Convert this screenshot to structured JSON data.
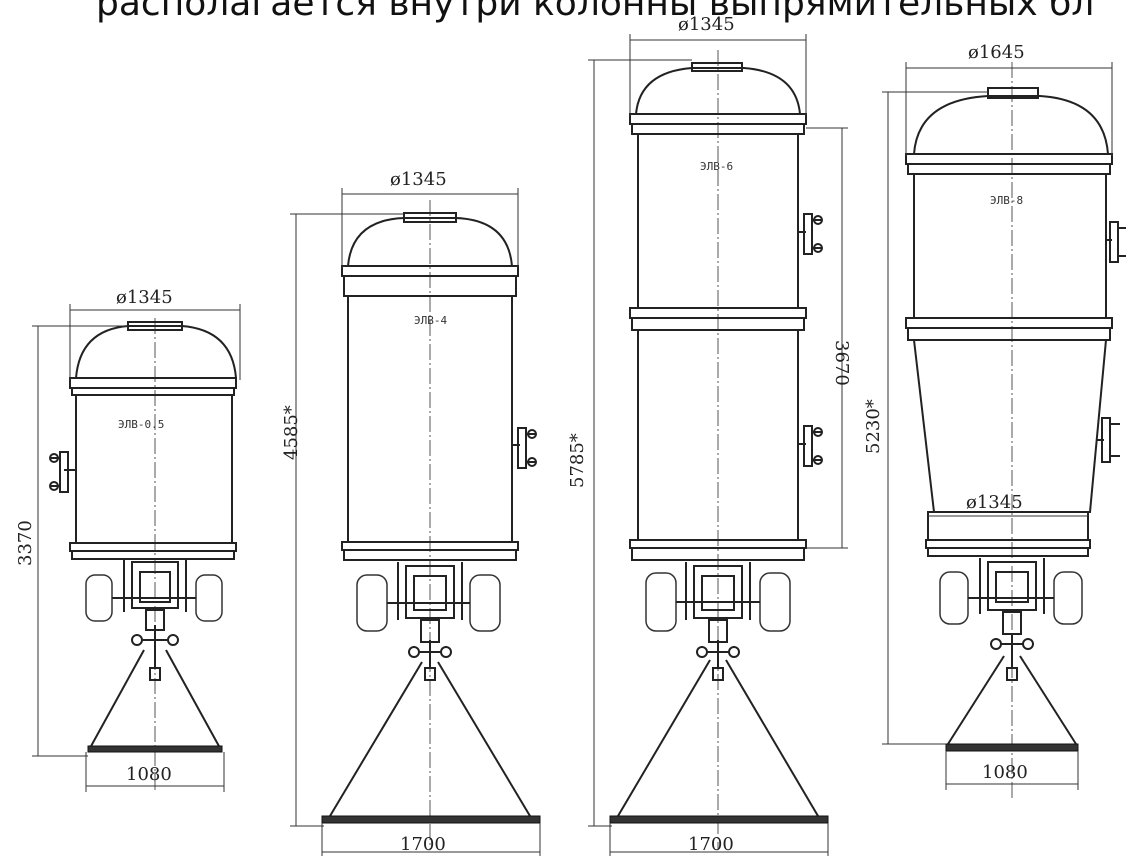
{
  "caption": "располагается внутри колонны выпрямительных бл",
  "units": [
    {
      "name": "ЭЛВ-0.5",
      "diameter": "ø1345",
      "height": "3370",
      "base": "1080"
    },
    {
      "name": "ЭЛВ-4",
      "diameter": "ø1345",
      "height": "4585*",
      "base": "1700"
    },
    {
      "name": "ЭЛВ-6",
      "diameter": "ø1345",
      "height": "5785*",
      "height2": "3670",
      "base": "1700"
    },
    {
      "name": "ЭЛВ-8",
      "diameter": "ø1645",
      "diameter2": "ø1345",
      "height": "5230*",
      "base": "1080"
    }
  ],
  "colors": {
    "line": "#222222",
    "background": "#ffffff"
  }
}
